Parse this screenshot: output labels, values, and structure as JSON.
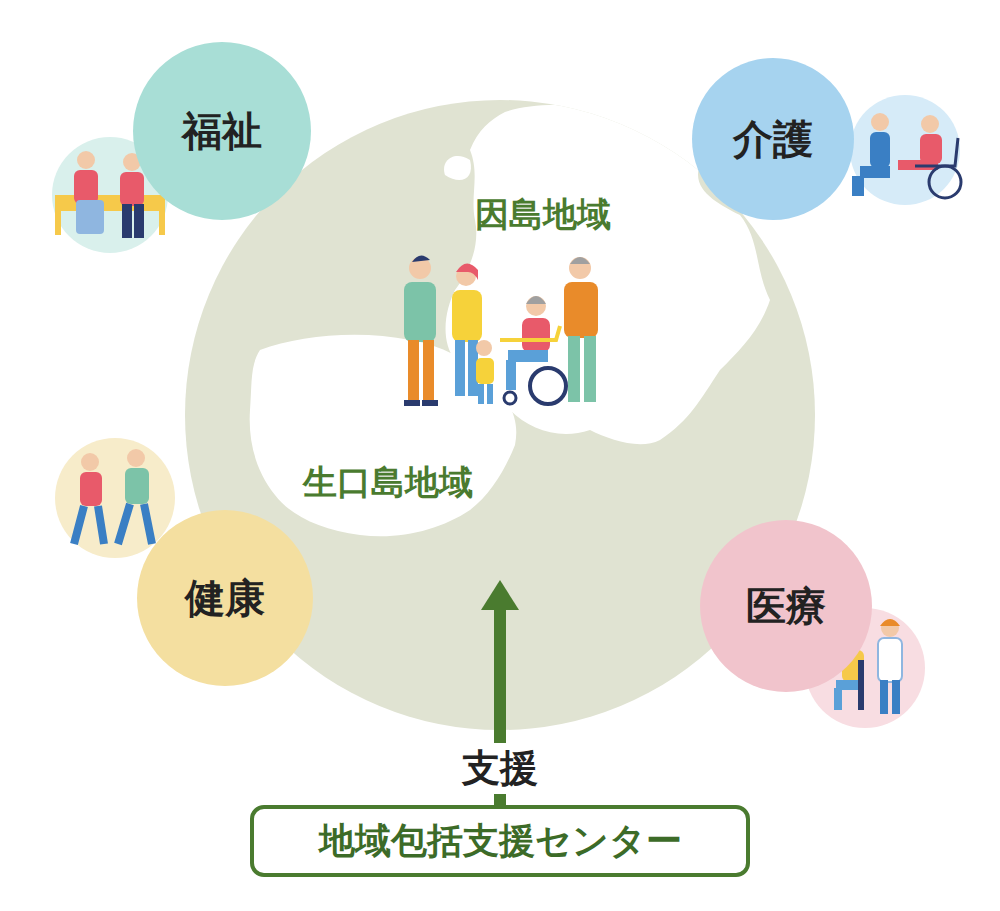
{
  "diagram": {
    "nodes": [
      {
        "text": [
          "因島地域",
          "生口島地域"
        ]
      },
      {
        "text": [
          "福祉"
        ]
      },
      {
        "text": [
          "介護"
        ]
      },
      {
        "text": [
          "健康"
        ]
      },
      {
        "text": [
          "医療"
        ]
      },
      {
        "text": [
          "地域包括支援センター"
        ]
      }
    ],
    "edges": [
      {
        "from": 5,
        "to": 0,
        "label": "支援",
        "arrow": "to"
      }
    ]
  }
}
